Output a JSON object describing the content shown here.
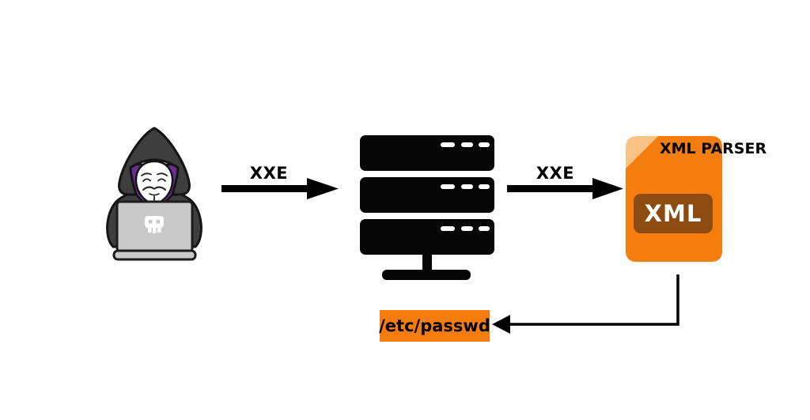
{
  "diagram": {
    "background": "#ffffff",
    "nodes": {
      "attacker": {
        "name": "attacker",
        "icon": "hacker-hooded-anonymous-laptop-icon"
      },
      "server": {
        "name": "web-server",
        "icon": "server-stack-icon"
      },
      "xml_parser": {
        "name": "xml-parser",
        "icon": "xml-file-icon",
        "label": "XML PARSER",
        "file_badge": "XML"
      },
      "leaked_file": {
        "name": "leaked-file",
        "label": "/etc/passwd"
      }
    },
    "edges": [
      {
        "from": "attacker",
        "to": "server",
        "label": "XXE"
      },
      {
        "from": "server",
        "to": "xml_parser",
        "label": "XXE"
      },
      {
        "from": "xml_parser",
        "to": "leaked_file",
        "label": ""
      }
    ],
    "colors": {
      "orange": "#F57D0E",
      "fold_orange": "#FAC386",
      "brown": "#8C4B10",
      "arrow_black": "#000000",
      "server_black": "#060606",
      "hood_gray": "#3E3E3E",
      "hood_purple": "#6C2D91",
      "laptop_gray": "#C9C9C9",
      "mask_white": "#FDFDFD",
      "text_black": "#000000",
      "xml_text_white": "#FFFFFF"
    }
  }
}
